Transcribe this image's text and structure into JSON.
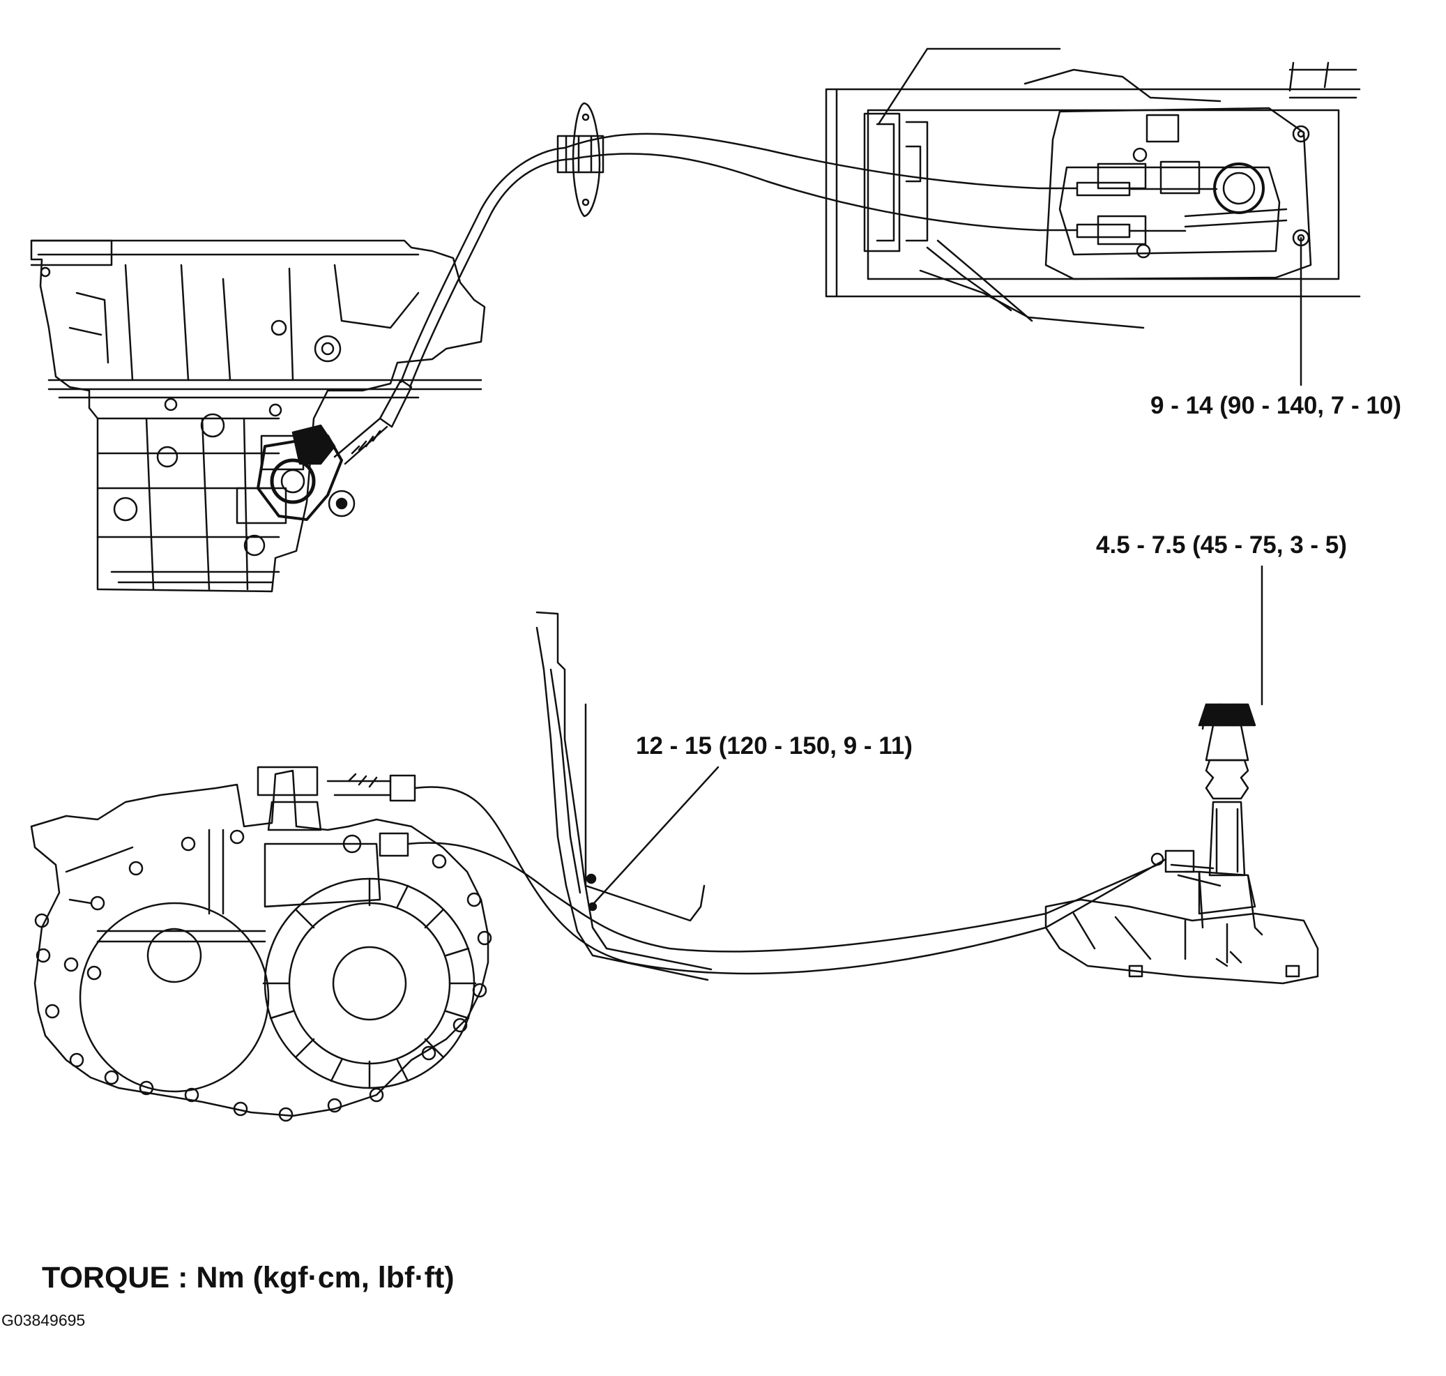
{
  "callouts": {
    "upper_bracket_bolts": "9 - 14 (90 - 140, 7 - 10)",
    "shift_lever": "4.5 - 7.5 (45 - 75, 3 - 5)",
    "cable_bracket_bolt": "12 - 15 (120 - 150, 9 - 11)"
  },
  "legend": {
    "torque_units": "TORQUE : Nm (kgf·cm, lbf·ft)"
  },
  "figure_id": "G03849695",
  "colors": {
    "ink": "#111111",
    "paper": "#ffffff"
  }
}
